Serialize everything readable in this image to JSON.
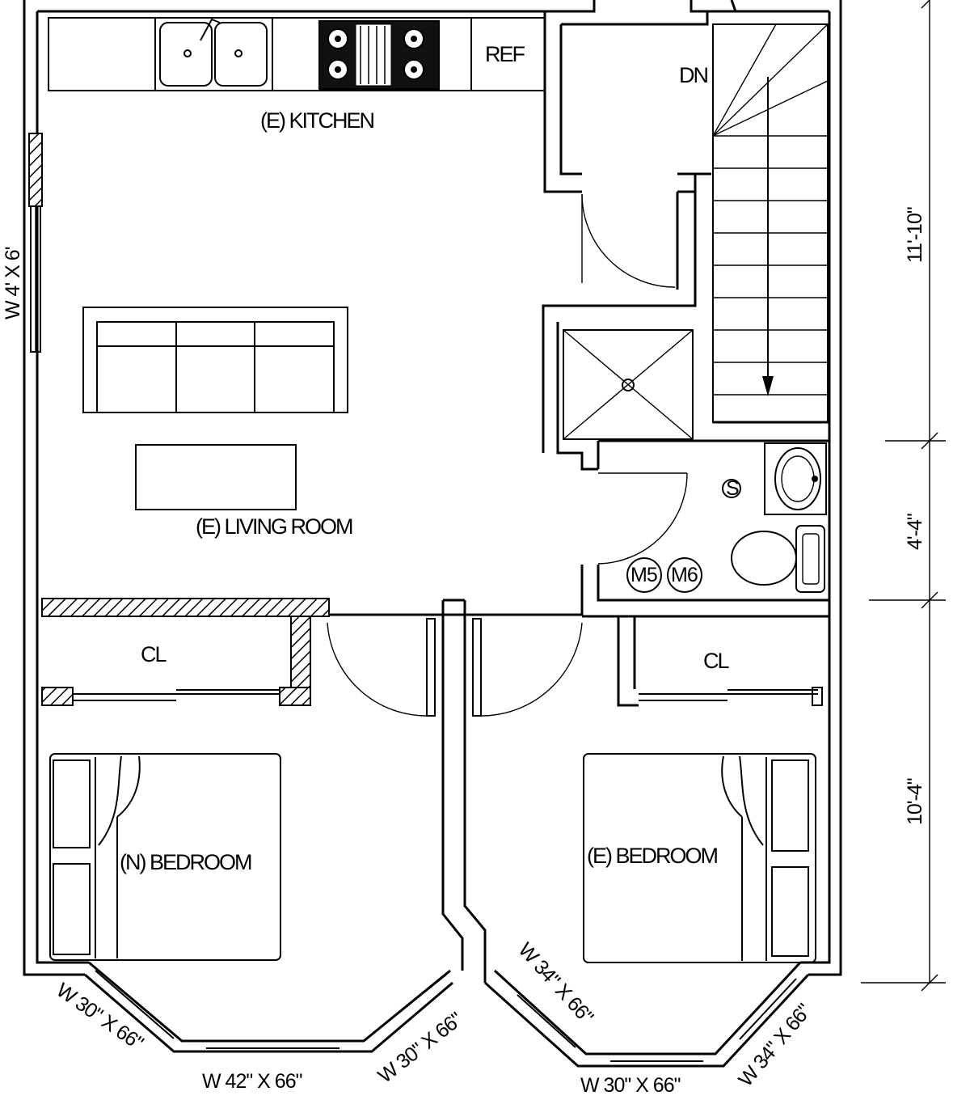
{
  "rooms": {
    "kitchen": "(E) KITCHEN",
    "living_room": "(E) LIVING ROOM",
    "bedroom_new": "(N) BEDROOM",
    "bedroom_existing": "(E) BEDROOM",
    "closet_left": "CL",
    "closet_right": "CL"
  },
  "fixtures": {
    "refrigerator": "REF",
    "stair_direction": "DN",
    "meter_1": "M5",
    "meter_2": "M6",
    "shower_valve": "S"
  },
  "windows": {
    "side_living": "W 4' X 6'",
    "bay_left_1": "W 30\" X 66\"",
    "bay_left_2": "W 42\" X 66\"",
    "bay_left_3": "W 30\" X 66\"",
    "bay_right_1": "W 34\" X 66\"",
    "bay_right_2": "W 30\" X 66\"",
    "bay_right_3": "W 34\" X 66\""
  },
  "dimensions": {
    "upper": "11'-10\"",
    "middle": "4'-4\"",
    "lower": "10'-4\""
  }
}
